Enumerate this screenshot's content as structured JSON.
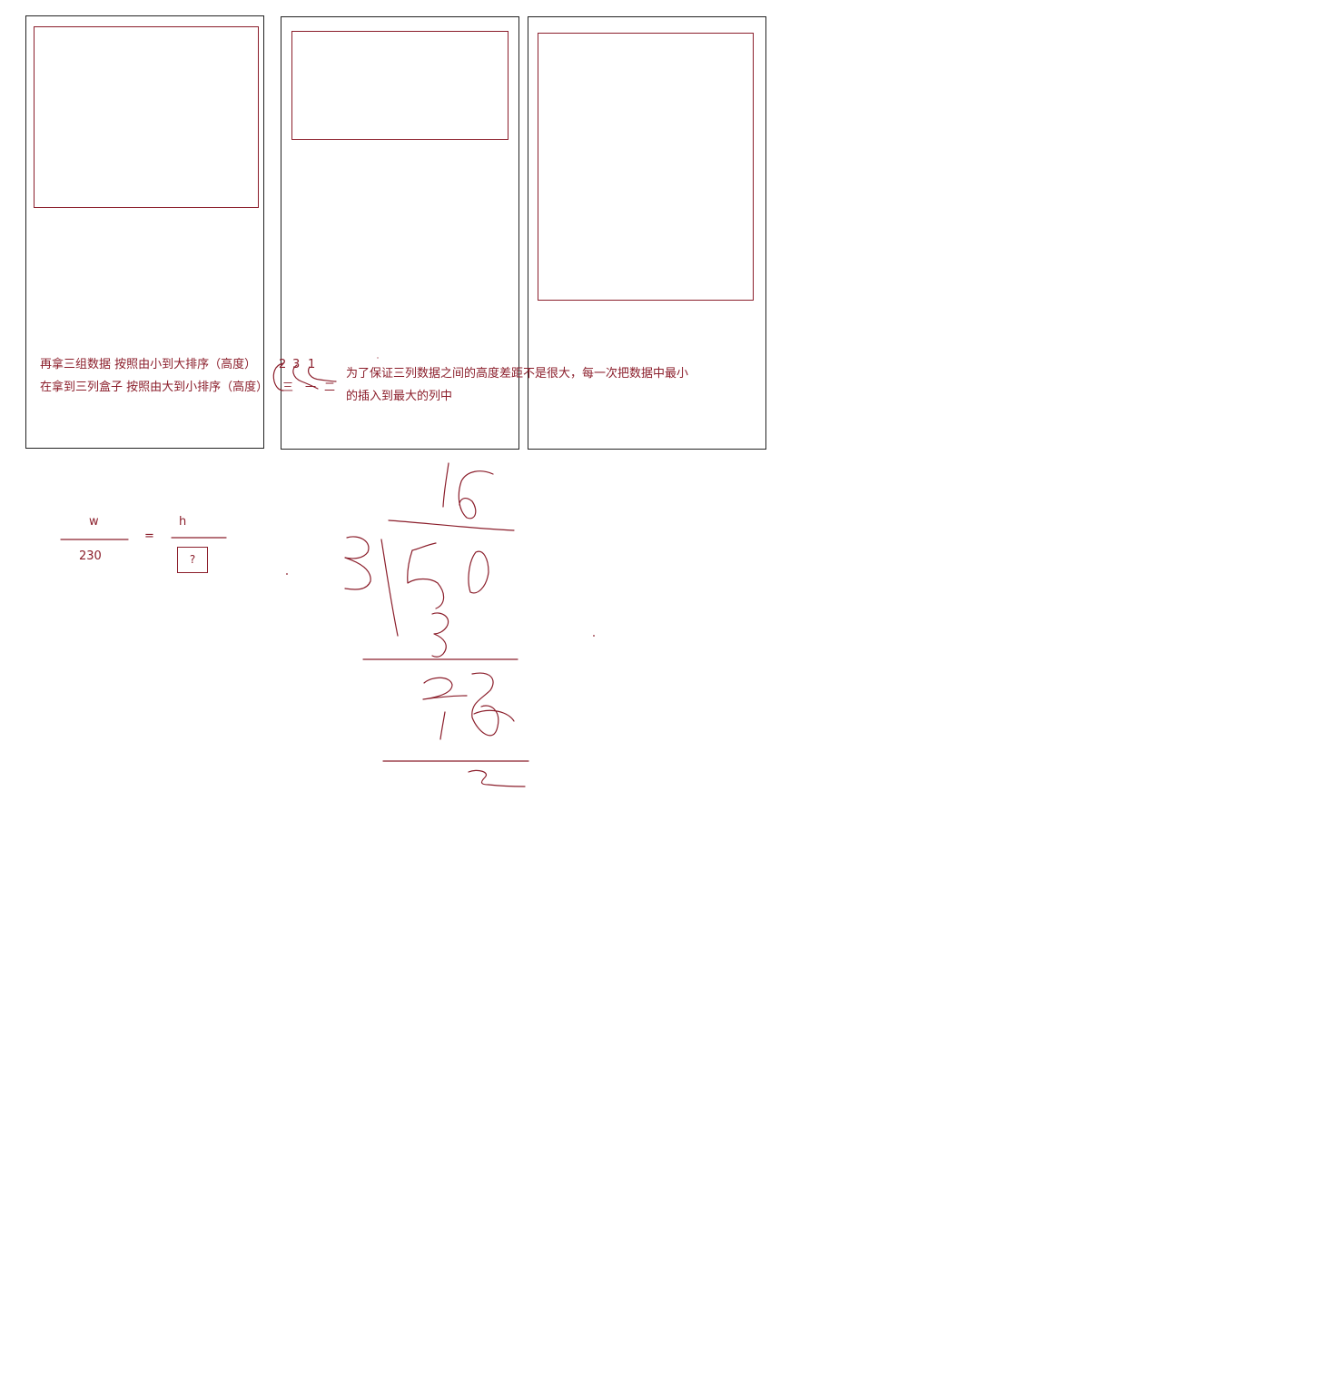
{
  "notes": {
    "line1": "再拿三组数据   按照由小到大排序（高度）",
    "line2": "在拿到三列盒子  按照由大到小排序（高度）",
    "order_nums": [
      "2",
      "3",
      "1"
    ],
    "order_marks": [
      "三",
      "一",
      "二"
    ],
    "explain1": "为了保证三列数据之间的高度差距不是很大，每一次把数据中最小",
    "explain2": "的插入到最大的列中"
  },
  "formula": {
    "numerator_left": "w",
    "denominator_left": "230",
    "equals": "=",
    "numerator_right": "h",
    "unknown": "?"
  },
  "colors": {
    "ink": "#8b1e2b",
    "border": "#222222"
  }
}
